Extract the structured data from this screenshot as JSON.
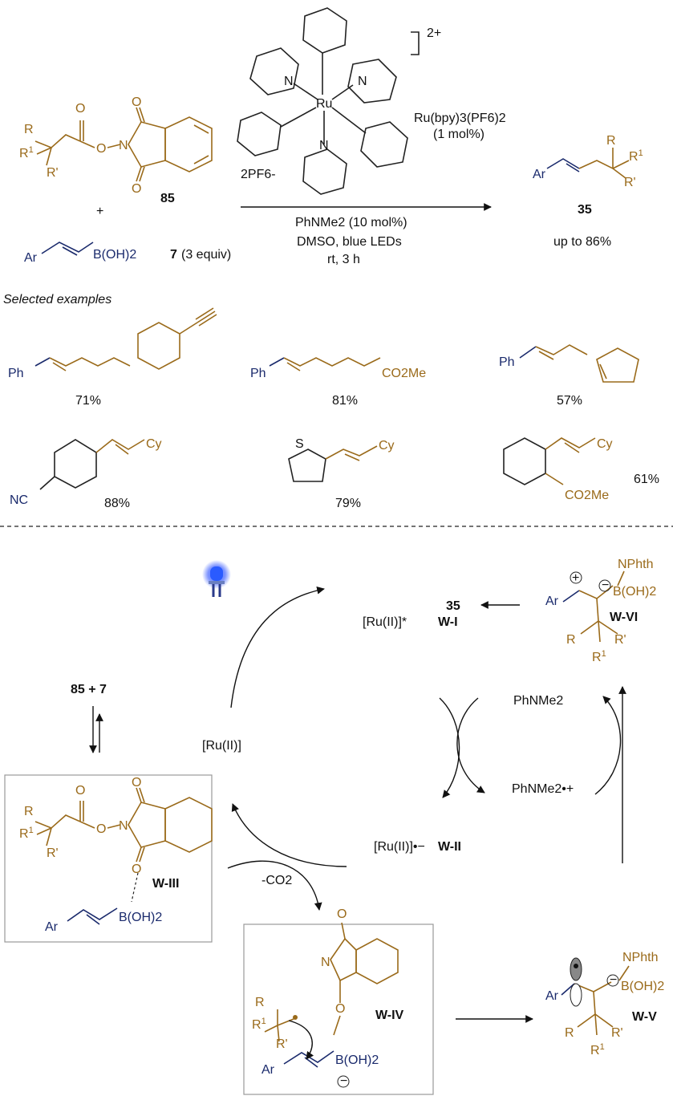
{
  "reaction": {
    "catalyst_name": "Ru(bpy)3(PF6)2",
    "catalyst_loading": "(1 mol%)",
    "charge": "2+",
    "counterion": "2PF6-",
    "reagent_85": "85",
    "reagent_7": "7",
    "reagent_7_equiv": "(3 equiv)",
    "plus": "+",
    "additive": "PhNMe2 (10 mol%)",
    "conditions_1": "DMSO, blue LEDs",
    "conditions_2": "rt, 3 h",
    "product": "35",
    "yield": "up to 86%"
  },
  "examples": {
    "header": "Selected examples",
    "yields": [
      "71%",
      "81%",
      "57%",
      "88%",
      "79%",
      "61%"
    ],
    "labels": {
      "ph": "Ph",
      "co2me": "CO2Me",
      "cy": "Cy",
      "nc": "NC"
    }
  },
  "mechanism": {
    "product": "35",
    "start": "85 + 7",
    "ru_ii": "[Ru(II)]",
    "ru_star": "[Ru(II)]*",
    "ru_star_label": "W-I",
    "ru_reduced": "[Ru(II)]•−",
    "ru_reduced_label": "W-II",
    "amine": "PhNMe2",
    "amine_radical": "PhNMe2•+",
    "co2": "-CO2",
    "intermediates": [
      "W-III",
      "W-IV",
      "W-V",
      "W-VI"
    ],
    "nphth": "NPhth",
    "boh2": "B(OH)2"
  },
  "colors": {
    "blue": "#1a2a6c",
    "brown": "#9a6a1a",
    "black": "#111111"
  }
}
